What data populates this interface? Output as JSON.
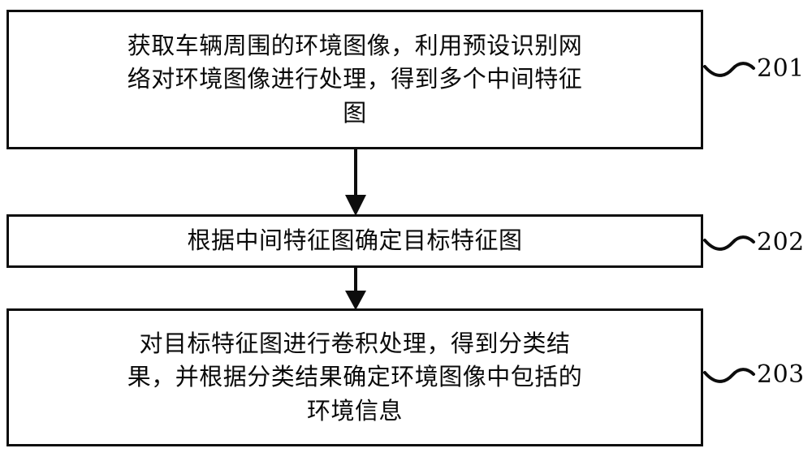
{
  "diagram": {
    "type": "flowchart",
    "orientation": "vertical",
    "background_color": "#ffffff",
    "line_color": "#0d0d0d",
    "text_color": "#0a0a0a",
    "steps": [
      {
        "ref": "201",
        "text": "获取车辆周围的环境图像，利用预设识别网\n络对环境图像进行处理，得到多个中间特征\n图",
        "lines": [
          "获取车辆周围的环境图像，利用预设识别网",
          "络对环境图像进行处理，得到多个中间特征",
          "图"
        ]
      },
      {
        "ref": "202",
        "text": "根据中间特征图确定目标特征图",
        "lines": [
          "根据中间特征图确定目标特征图"
        ]
      },
      {
        "ref": "203",
        "text": "对目标特征图进行卷积处理，得到分类结\n果，并根据分类结果确定环境图像中包括的\n环境信息",
        "lines": [
          "对目标特征图进行卷积处理，得到分类结",
          "果，并根据分类结果确定环境图像中包括的",
          "环境信息"
        ]
      }
    ],
    "connectors": [
      {
        "from": "201",
        "to": "202",
        "style": "down-arrow"
      },
      {
        "from": "202",
        "to": "203",
        "style": "down-arrow"
      }
    ],
    "reference_markers": [
      {
        "label": "201",
        "leader": "tilde-squiggle"
      },
      {
        "label": "202",
        "leader": "tilde-squiggle"
      },
      {
        "label": "203",
        "leader": "tilde-squiggle"
      }
    ]
  }
}
